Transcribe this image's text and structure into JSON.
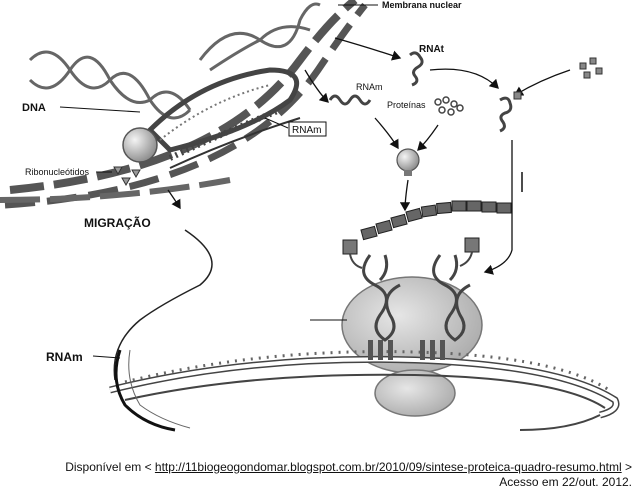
{
  "labels": {
    "membrana": "Membrana nuclear",
    "rnat": "RNAt",
    "rnam_top": "RNAm",
    "proteinas": "Proteínas",
    "dna": "DNA",
    "rnam_box": "RNAm",
    "ribonucleotidos": "Ribonucleótidos",
    "migracao": "MIGRAÇÃO",
    "rnam_left": "RNAm"
  },
  "caption": {
    "prefix": "Disponível em < ",
    "url": "http://11biogeogondomar.blogspot.com.br/2010/09/sintese-proteica-quadro-resumo.html",
    "suffix": " >",
    "access": "Acesso em 22/out. 2012."
  }
}
